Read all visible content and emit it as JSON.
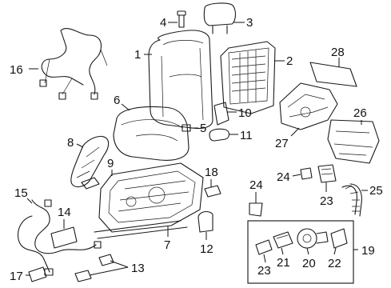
{
  "callouts": {
    "c1": "1",
    "c2": "2",
    "c3": "3",
    "c4": "4",
    "c5": "5",
    "c6": "6",
    "c7": "7",
    "c8": "8",
    "c9": "9",
    "c10": "10",
    "c11": "11",
    "c12": "12",
    "c13": "13",
    "c14": "14",
    "c15": "15",
    "c16": "16",
    "c17": "17",
    "c18": "18",
    "c19": "19",
    "c20": "20",
    "c21": "21",
    "c22": "22",
    "c23a": "23",
    "c23b": "23",
    "c24": "24",
    "c25": "25",
    "c26": "26",
    "c27": "27",
    "c28": "28"
  }
}
